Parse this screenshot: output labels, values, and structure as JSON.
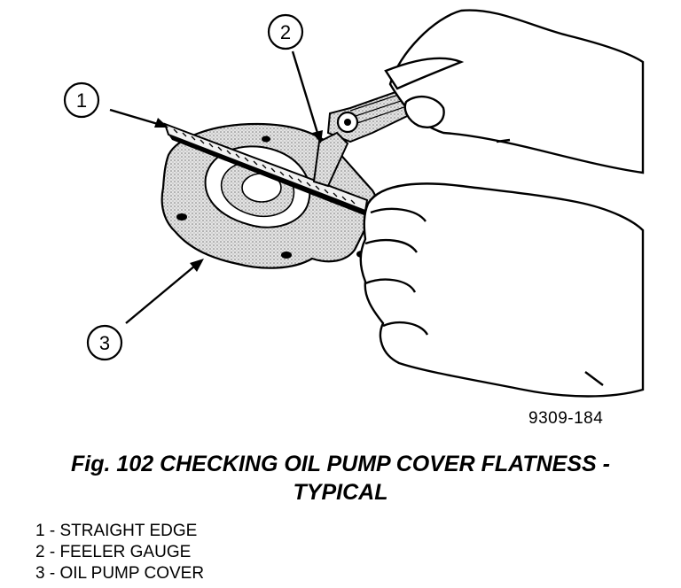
{
  "figure": {
    "id": "9309-184",
    "caption_line1": "Fig. 102 CHECKING OIL PUMP COVER FLATNESS -",
    "caption_line2": "TYPICAL"
  },
  "callouts": [
    {
      "number": "1"
    },
    {
      "number": "2"
    },
    {
      "number": "3"
    }
  ],
  "legend": [
    "1 - STRAIGHT EDGE",
    "2 - FEELER GAUGE",
    "3 - OIL PUMP COVER"
  ],
  "colors": {
    "ink": "#000000",
    "part_fill": "#c8c8c8",
    "background": "#ffffff"
  }
}
